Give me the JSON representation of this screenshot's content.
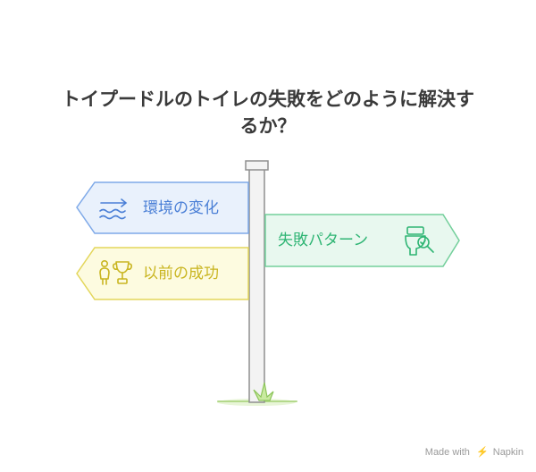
{
  "title": {
    "line1": "トイプードルのトイレの失敗をどのように解決す",
    "line2": "るか？"
  },
  "signs": {
    "environment": {
      "label": "環境の変化",
      "icon": "water-waves-icon",
      "color": "#4a7fd6"
    },
    "failure": {
      "label": "失敗パターン",
      "icon": "toilet-search-icon",
      "color": "#2fb574"
    },
    "success": {
      "label": "以前の成功",
      "icon": "trophy-people-icon",
      "color": "#c9b520"
    }
  },
  "footer": {
    "made_with": "Made with",
    "brand": "Napkin"
  }
}
